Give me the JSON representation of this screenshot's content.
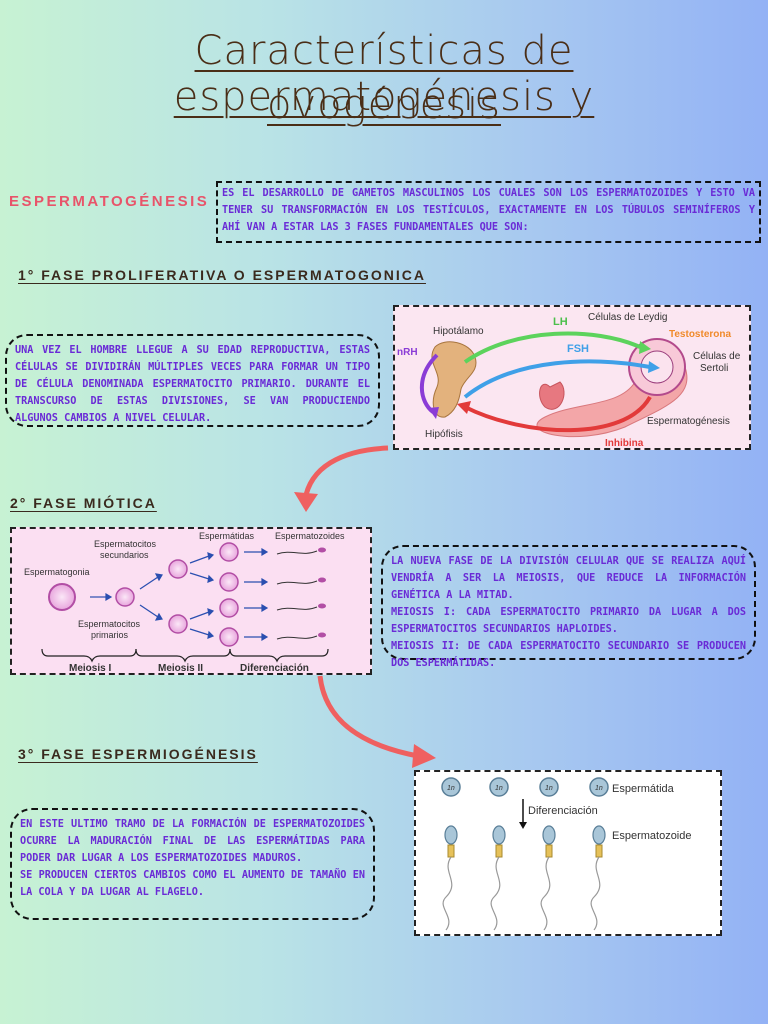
{
  "title": {
    "line1": "Características de espermatogénesis y",
    "line2": "ovogénesis"
  },
  "espermatogenesis": {
    "label": "ESPERMATOGÉNESIS",
    "intro": "Es el desarrollo de gametos masculinos los cuales son los espermatozoides y esto va tener su transformación en los testículos, exactamente en los túbulos seminíferos y ahí van a estar las 3 fases fundamentales que son:"
  },
  "phase1": {
    "heading": "1° FASE PROLIFERATIVA O ESPERMATOGONICA",
    "text": "Una vez el hombre llegue a su edad reproductiva, estas células se dividirán múltiples veces para formar un tipo de célula denominada espermatocito primario. Durante el transcurso de estas divisiones, se van produciendo algunos cambios a nivel celular.",
    "figure": {
      "hipotalamo": "Hipotálamo",
      "gnrh": "nRH",
      "hipofisis": "Hipófisis",
      "lh": "LH",
      "fsh": "FSH",
      "leydig": "Células de Leydig",
      "testosterona": "Testosterona",
      "sertoli1": "Células de",
      "sertoli2": "Sertoli",
      "espermatogenesis": "Espermatogénesis",
      "inhibina": "Inhibina"
    }
  },
  "phase2": {
    "heading": "2° FASE MIÓTICA",
    "text1": "La nueva fase de la división celular que se realiza aquí vendría a ser la meiosis, que reduce la información genética a la mitad.",
    "text2": "Meiosis I: cada espermatocito primario da lugar a dos espermatocitos secundarios haploides.",
    "text3": "Meiosis II: de cada espermatocito secundario se producen dos espermátidas.",
    "figure": {
      "espermatogonia": "Espermatogonia",
      "secundarios1": "Espermatocitos",
      "secundarios2": "secundarios",
      "primarios1": "Espermatocitos",
      "primarios2": "primarios",
      "espermatidas": "Espermátidas",
      "espermatozoides": "Espermatozoides",
      "meiosis1": "Meiosis I",
      "meiosis2": "Meiosis II",
      "diferenciacion": "Diferenciación"
    }
  },
  "phase3": {
    "heading": "3° FASE ESPERMIOGÉNESIS",
    "text1": "En este ultimo tramo de la formación de espermatozoides ocurre la maduración final de las espermátidas para poder dar lugar a los espermatozoides maduros.",
    "text2": "Se producen ciertos cambios como el aumento de tamaño en la cola y da lugar al flagelo.",
    "figure": {
      "n": "1n",
      "espermatida": "Espermátida",
      "diferenciacion": "Diferenciación",
      "espermatozoide": "Espermatozoide"
    }
  },
  "colors": {
    "title": "#4a2e17",
    "label_accent": "#e8546a",
    "body_text": "#6a2bd6",
    "arrow": "#ef6060"
  }
}
